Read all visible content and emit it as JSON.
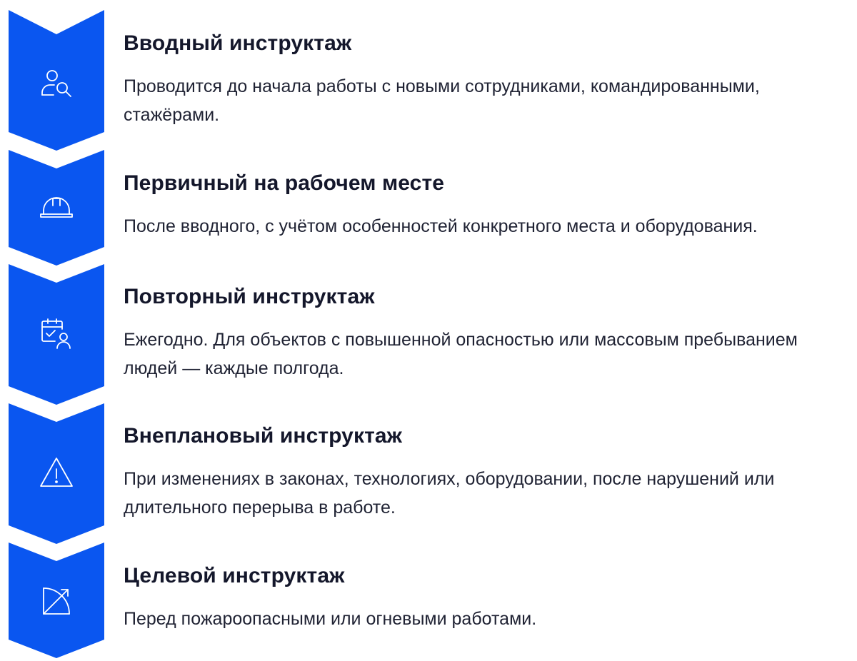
{
  "accent_color": "#0a56f0",
  "steps": [
    {
      "icon": "user-search-icon",
      "title": "Вводный инструктаж",
      "description": "Проводится до начала работы с новыми сотрудниками, командированными, стажёрами."
    },
    {
      "icon": "hard-hat-icon",
      "title": "Первичный на рабочем месте",
      "description": "После вводного, с учётом особенностей конкретного места и оборудования."
    },
    {
      "icon": "calendar-user-icon",
      "title": "Повторный инструктаж",
      "description": "Ежегодно. Для объектов с повышенной опасностью или массовым пребыванием людей — каждые полгода."
    },
    {
      "icon": "warning-icon",
      "title": "Внеплановый инструктаж",
      "description": "При изменениях в законах, технологиях, оборудовании, после нарушений или длительного перерыва в работе."
    },
    {
      "icon": "target-arrow-icon",
      "title": "Целевой инструктаж",
      "description": "Перед пожароопасными или огневыми работами."
    }
  ]
}
